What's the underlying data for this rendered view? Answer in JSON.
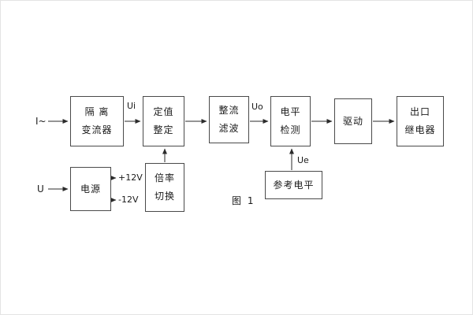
{
  "diagram": {
    "caption": "图 1",
    "inputs": {
      "current": "I~",
      "voltage": "U"
    },
    "signals": {
      "ui": "Ui",
      "uo": "Uo",
      "ue": "Ue",
      "plus12": "+12V",
      "minus12": "-12V"
    },
    "blocks": {
      "isolation": {
        "line1": "隔 离",
        "line2": "变流器"
      },
      "setting": {
        "line1": "定值",
        "line2": "整定"
      },
      "rectify": {
        "line1": "整流",
        "line2": "滤波"
      },
      "level": {
        "line1": "电平",
        "line2": "检测"
      },
      "drive": {
        "line1": "驱动"
      },
      "output": {
        "line1": "出口",
        "line2": "继电器"
      },
      "power": {
        "line1": "电源"
      },
      "ratio": {
        "line1": "倍率",
        "line2": "切换"
      },
      "reference": {
        "line1": "参考电平"
      }
    }
  }
}
